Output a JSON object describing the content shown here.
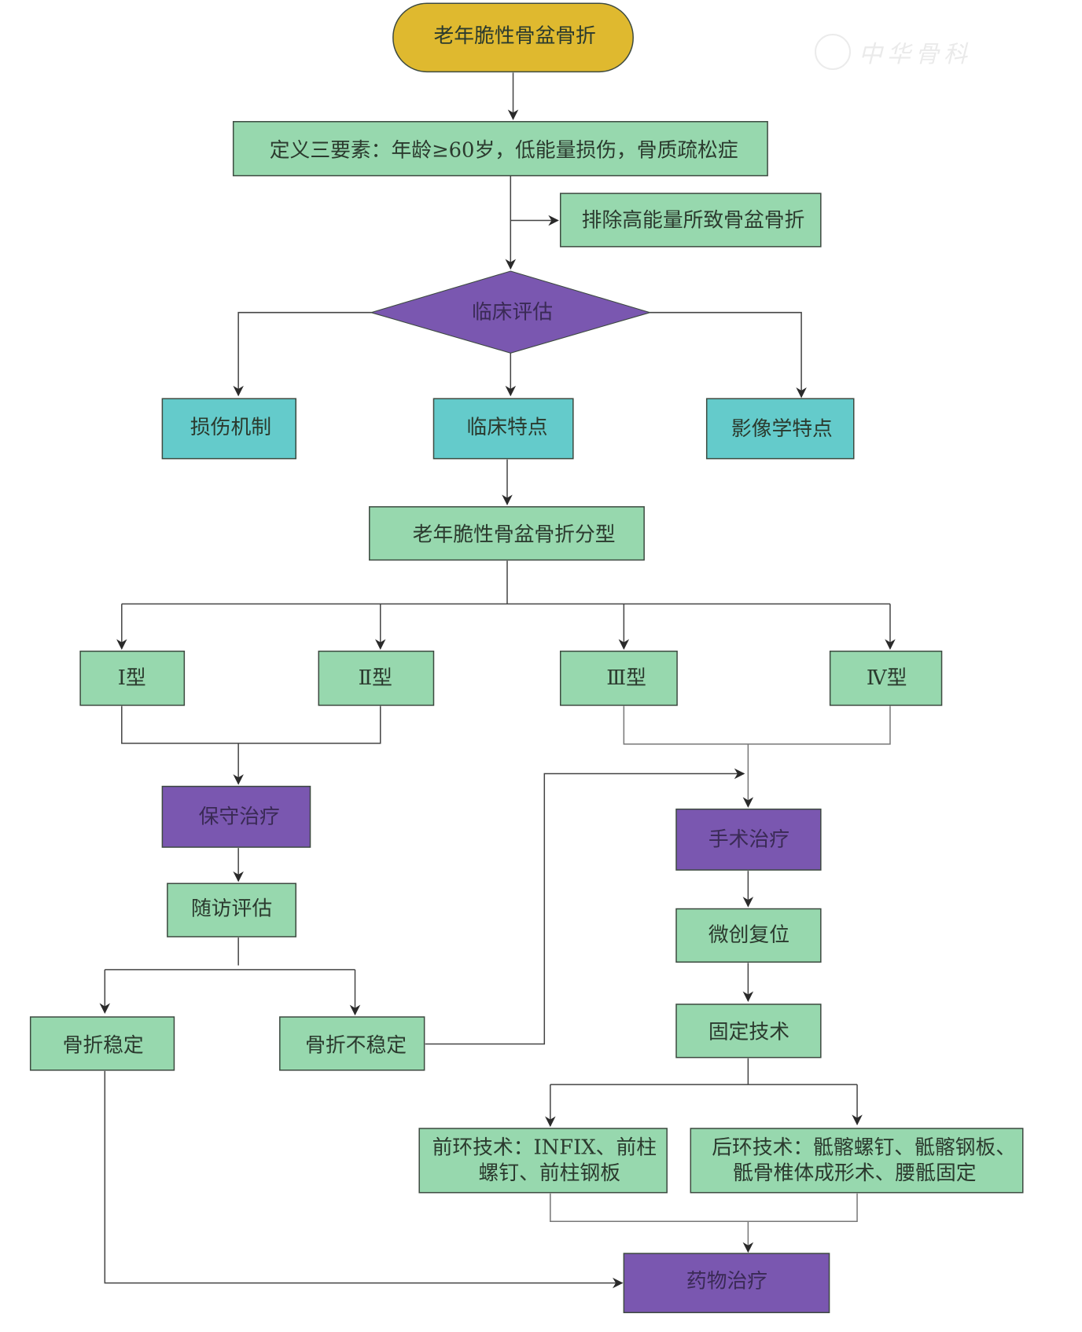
{
  "watermark": {
    "text": "中华骨科",
    "icon": "society-seal-icon"
  },
  "colors": {
    "start": "#dfb92f",
    "process_green": "#97d8ae",
    "assessment_teal": "#64cbcb",
    "decision_purple": "#7a57b0",
    "stroke": "#3d4a40"
  },
  "nodes": {
    "start": "老年脆性骨盆骨折",
    "definition": "定义三要素：年龄≥60岁，低能量损伤，骨质疏松症",
    "exclude": "排除高能量所致骨盆骨折",
    "clinical_eval": "临床评估",
    "injury_mechanism": "损伤机制",
    "clinical_features": "临床特点",
    "imaging_features": "影像学特点",
    "classification": "老年脆性骨盆骨折分型",
    "type_1": "Ⅰ型",
    "type_2": "Ⅱ型",
    "type_3": "Ⅲ型",
    "type_4": "Ⅳ型",
    "conservative": "保守治疗",
    "followup": "随访评估",
    "stable": "骨折稳定",
    "unstable": "骨折不稳定",
    "surgery": "手术治疗",
    "mini_reduction": "微创复位",
    "fixation": "固定技术",
    "anterior_line1": "前环技术：INFIX、前柱",
    "anterior_line2": "螺钉、前柱钢板",
    "posterior_line1": "后环技术：骶髂螺钉、骶髂钢板、",
    "posterior_line2": "骶骨椎体成形术、腰骶固定",
    "medication": "药物治疗"
  }
}
